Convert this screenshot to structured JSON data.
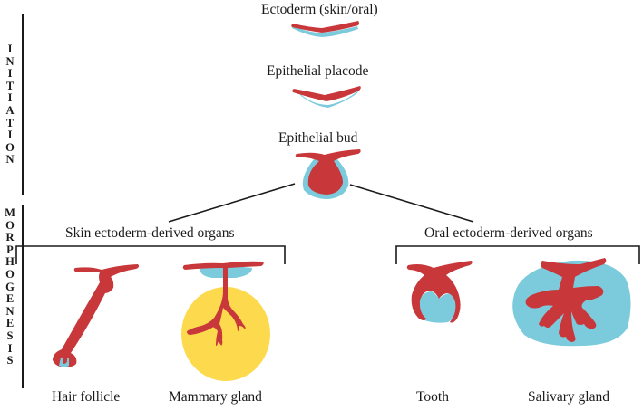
{
  "phases": {
    "initiation": "INITIATION",
    "morphogenesis": "MORPHOGENESIS"
  },
  "stages": {
    "ectoderm": "Ectoderm (skin/oral)",
    "placode": "Epithelial placode",
    "bud": "Epithelial bud"
  },
  "groups": {
    "skin": {
      "title": "Skin ectoderm-derived organs",
      "organs": [
        "Hair follicle",
        "Mammary gland"
      ]
    },
    "oral": {
      "title": "Oral ectoderm-derived organs",
      "organs": [
        "Tooth",
        "Salivary gland"
      ]
    }
  },
  "colors": {
    "epithelium": "#c8373a",
    "mesenchyme": "#7ccbdc",
    "fat_pad": "#fdd94e",
    "line": "#1a1a1a"
  }
}
